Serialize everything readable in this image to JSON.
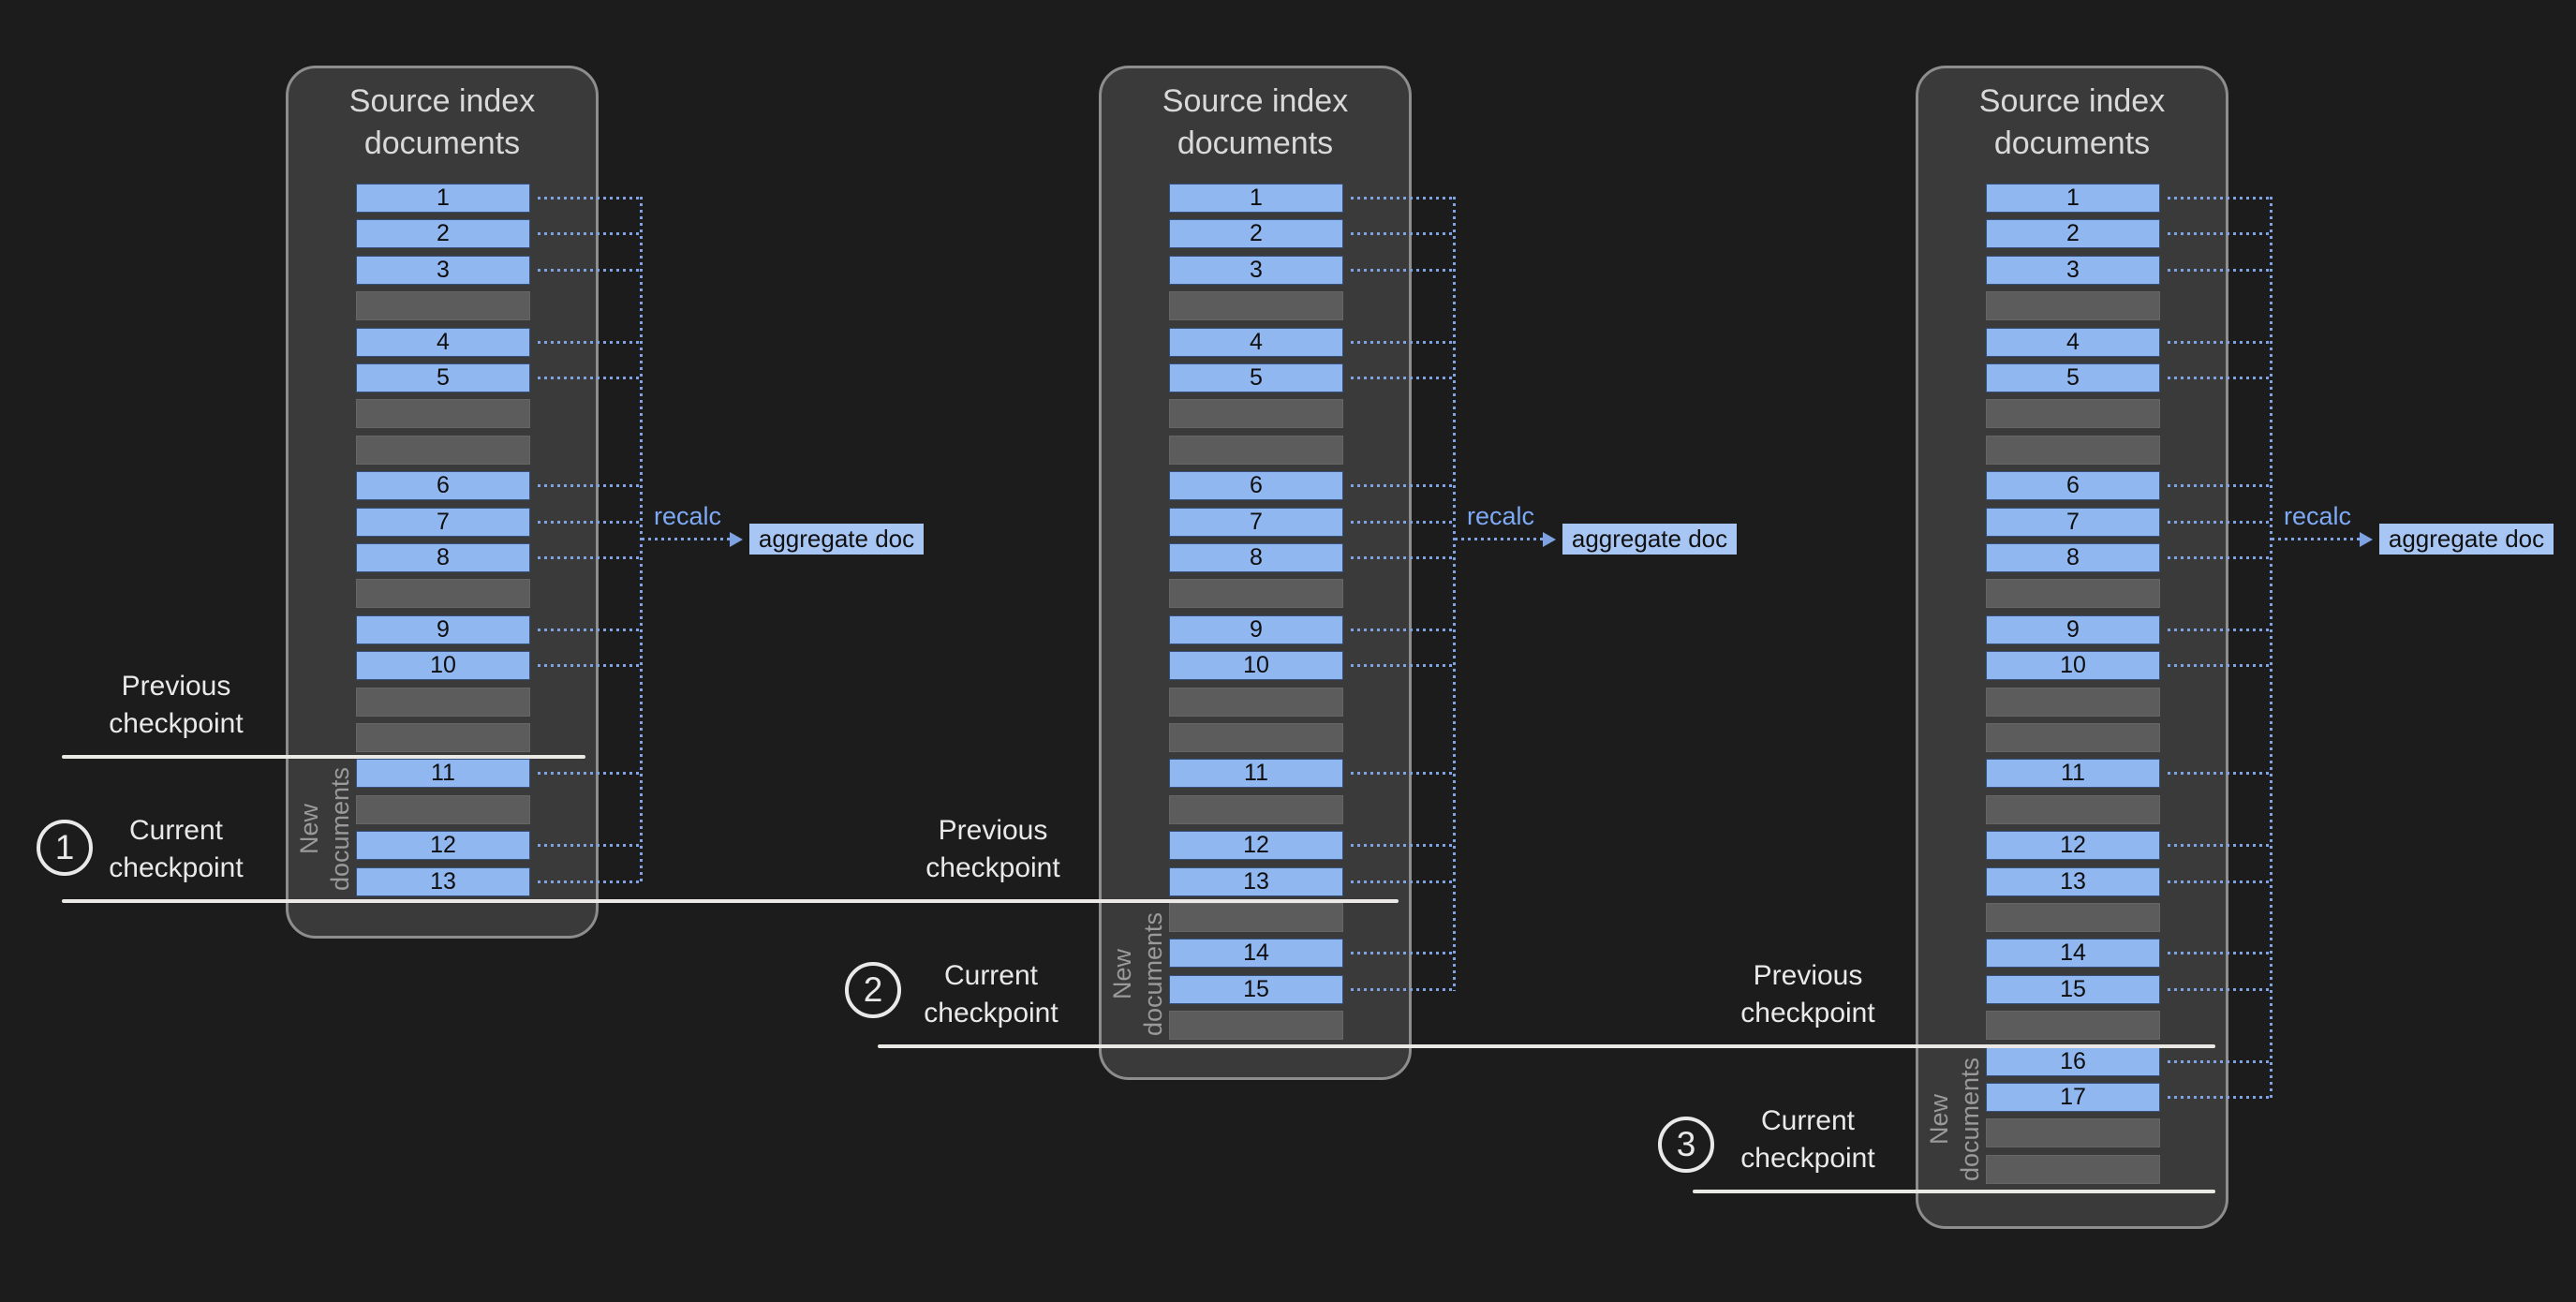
{
  "page": {
    "background": "#1c1c1c"
  },
  "colors": {
    "page_bg": "#1c1c1c",
    "panel_bg": "#3a3a3a",
    "panel_border": "#8d8d8d",
    "doc_bar": "#90b7ef",
    "doc_bar_border": "#35507c",
    "doc_bar_text": "#0e0e0e",
    "empty_bar": "#5c5c5c",
    "empty_bar_border": "#666666",
    "title_text": "#d9d9d9",
    "label_text": "#e9e9e9",
    "muted_text": "#9a9a9a",
    "checkpoint_line": "#ebe9e5",
    "dotted_connector": "#7fa3e2",
    "recalc_text": "#7da9f5",
    "aggregate_bg": "#a8c6f3",
    "aggregate_text": "#101010"
  },
  "panels": [
    {
      "title": "Source index documents",
      "new_documents_label": "New documents",
      "recalc_label": "recalc",
      "aggregate_label": "aggregate doc",
      "previous_checkpoint": {
        "label": "Previous checkpoint"
      },
      "current_checkpoint": {
        "label": "Current checkpoint",
        "number": "1"
      },
      "rows": [
        {
          "type": "doc",
          "label": "1"
        },
        {
          "type": "doc",
          "label": "2"
        },
        {
          "type": "doc",
          "label": "3"
        },
        {
          "type": "empty",
          "label": ""
        },
        {
          "type": "doc",
          "label": "4"
        },
        {
          "type": "doc",
          "label": "5"
        },
        {
          "type": "empty",
          "label": ""
        },
        {
          "type": "empty",
          "label": ""
        },
        {
          "type": "doc",
          "label": "6"
        },
        {
          "type": "doc",
          "label": "7"
        },
        {
          "type": "doc",
          "label": "8"
        },
        {
          "type": "empty",
          "label": ""
        },
        {
          "type": "doc",
          "label": "9"
        },
        {
          "type": "doc",
          "label": "10"
        },
        {
          "type": "empty",
          "label": ""
        },
        {
          "type": "empty",
          "label": ""
        },
        {
          "type": "doc",
          "label": "11"
        },
        {
          "type": "empty",
          "label": ""
        },
        {
          "type": "doc",
          "label": "12"
        },
        {
          "type": "doc",
          "label": "13"
        }
      ]
    },
    {
      "title": "Source index documents",
      "new_documents_label": "New documents",
      "recalc_label": "recalc",
      "aggregate_label": "aggregate doc",
      "previous_checkpoint": {
        "label": "Previous checkpoint"
      },
      "current_checkpoint": {
        "label": "Current checkpoint",
        "number": "2"
      },
      "rows": [
        {
          "type": "doc",
          "label": "1"
        },
        {
          "type": "doc",
          "label": "2"
        },
        {
          "type": "doc",
          "label": "3"
        },
        {
          "type": "empty",
          "label": ""
        },
        {
          "type": "doc",
          "label": "4"
        },
        {
          "type": "doc",
          "label": "5"
        },
        {
          "type": "empty",
          "label": ""
        },
        {
          "type": "empty",
          "label": ""
        },
        {
          "type": "doc",
          "label": "6"
        },
        {
          "type": "doc",
          "label": "7"
        },
        {
          "type": "doc",
          "label": "8"
        },
        {
          "type": "empty",
          "label": ""
        },
        {
          "type": "doc",
          "label": "9"
        },
        {
          "type": "doc",
          "label": "10"
        },
        {
          "type": "empty",
          "label": ""
        },
        {
          "type": "empty",
          "label": ""
        },
        {
          "type": "doc",
          "label": "11"
        },
        {
          "type": "empty",
          "label": ""
        },
        {
          "type": "doc",
          "label": "12"
        },
        {
          "type": "doc",
          "label": "13"
        },
        {
          "type": "empty",
          "label": ""
        },
        {
          "type": "doc",
          "label": "14"
        },
        {
          "type": "doc",
          "label": "15"
        },
        {
          "type": "empty",
          "label": ""
        }
      ]
    },
    {
      "title": "Source index documents",
      "new_documents_label": "New documents",
      "recalc_label": "recalc",
      "aggregate_label": "aggregate doc",
      "previous_checkpoint": {
        "label": "Previous checkpoint"
      },
      "current_checkpoint": {
        "label": "Current checkpoint",
        "number": "3"
      },
      "rows": [
        {
          "type": "doc",
          "label": "1"
        },
        {
          "type": "doc",
          "label": "2"
        },
        {
          "type": "doc",
          "label": "3"
        },
        {
          "type": "empty",
          "label": ""
        },
        {
          "type": "doc",
          "label": "4"
        },
        {
          "type": "doc",
          "label": "5"
        },
        {
          "type": "empty",
          "label": ""
        },
        {
          "type": "empty",
          "label": ""
        },
        {
          "type": "doc",
          "label": "6"
        },
        {
          "type": "doc",
          "label": "7"
        },
        {
          "type": "doc",
          "label": "8"
        },
        {
          "type": "empty",
          "label": ""
        },
        {
          "type": "doc",
          "label": "9"
        },
        {
          "type": "doc",
          "label": "10"
        },
        {
          "type": "empty",
          "label": ""
        },
        {
          "type": "empty",
          "label": ""
        },
        {
          "type": "doc",
          "label": "11"
        },
        {
          "type": "empty",
          "label": ""
        },
        {
          "type": "doc",
          "label": "12"
        },
        {
          "type": "doc",
          "label": "13"
        },
        {
          "type": "empty",
          "label": ""
        },
        {
          "type": "doc",
          "label": "14"
        },
        {
          "type": "doc",
          "label": "15"
        },
        {
          "type": "empty",
          "label": ""
        },
        {
          "type": "doc",
          "label": "16"
        },
        {
          "type": "doc",
          "label": "17"
        },
        {
          "type": "empty",
          "label": ""
        },
        {
          "type": "empty",
          "label": ""
        }
      ]
    }
  ]
}
